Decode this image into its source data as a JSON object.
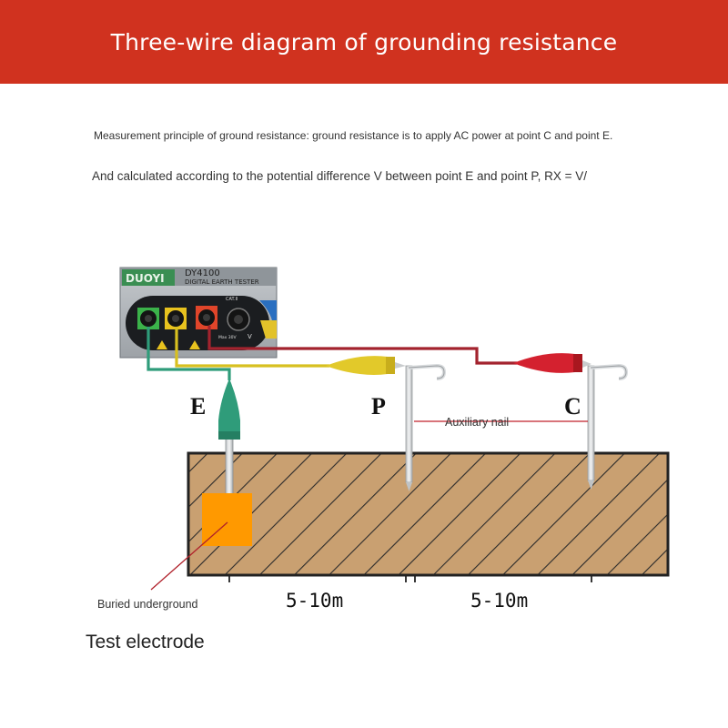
{
  "title": "Three-wire diagram of grounding resistance",
  "description": {
    "line1": "Measurement principle of ground resistance: ground resistance is to apply AC power at point C and point E.",
    "line2": "And calculated according to the potential difference V between point E and point P, RX = V/"
  },
  "device": {
    "brand": "DUOYI",
    "model": "DY4100",
    "subtitle": "DIGITAL EARTH TESTER",
    "cat_label": "CAT.II",
    "max_label": "Max 30V",
    "v_label": "V"
  },
  "terminals": {
    "e_label": "E",
    "p_label": "P",
    "c_label": "C"
  },
  "labels": {
    "auxiliary_nail": "Auxiliary nail",
    "buried_underground": "Buried underground",
    "test_electrode": "Test electrode",
    "distance_1": "5-10m",
    "distance_2": "5-10m"
  },
  "colors": {
    "banner": "#d0321f",
    "ground": "#c9a071",
    "wire_e": "#2f9c7a",
    "wire_p": "#d8c020",
    "wire_c": "#a3232e",
    "electrode": "#ff9900"
  }
}
